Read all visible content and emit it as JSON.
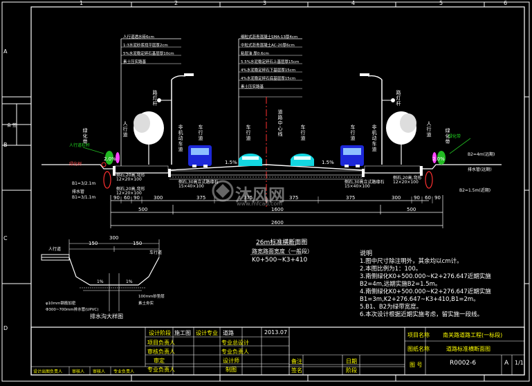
{
  "frame": {
    "top_numbers": [
      "1",
      "2",
      "3",
      "4",
      "5",
      "6"
    ],
    "side_letters": [
      "A",
      "B",
      "C",
      "D"
    ],
    "left_stamp": "会 签"
  },
  "section": {
    "layers_left": [
      "人行道透水砖6cm",
      "1:3水泥砂浆找平层厚2cm",
      "5%水泥稳定碎石基层厚10cm",
      "素土压实路基"
    ],
    "layers_center": [
      "细粒式沥青混凝土SMA-13厚4cm",
      "中粒式沥青混凝土AC-20厚6cm",
      "粘层油 厚0.6cm",
      "5.5%水泥稳定碎石上基层厚15cm",
      "4%水泥稳定碎石下基层厚15cm",
      "4%水泥稳定碎石底基层厚15cm",
      "素土压实路基"
    ],
    "vertical_labels": {
      "left_tree": "绿化带",
      "left_lamp": "路灯杆",
      "left_walk": "人行道",
      "left_lane1": "非机动车道",
      "left_lane2": "车行道",
      "center": "道路中心线",
      "right_lane2": "车行道",
      "right_lane1": "非机动车道",
      "right_walk": "人行道",
      "right_lamp": "路灯杆",
      "right_tree": "绿化带",
      "left_far": "绿化带",
      "right_far": "绿化带"
    },
    "slopes": {
      "left_walk": "2.0%",
      "left_road": "1.5%",
      "right_road": "1.5%",
      "right_walk": "2.0%"
    },
    "left_annotations": [
      "人行道栏杆",
      "绿化树",
      "B1=3/2.1m",
      "排水管",
      "B1=3/1.1m"
    ],
    "right_annotations": [
      "绿化带",
      "B2=4m(远期)",
      "B2=1.5m(近期)",
      "排水管(远期)"
    ],
    "curb_labels": [
      "侧石,20高,弯形",
      "12×20×100",
      "侧石,20高,弯形",
      "12×20×100",
      "侧石,30高立式路缘石",
      "15×40×100"
    ],
    "dims_row1": [
      "90",
      "60",
      "90",
      "300",
      "375",
      "375",
      "375",
      "375",
      "300",
      "90",
      "60",
      "90"
    ],
    "dims_row2": [
      "500",
      "1600",
      "500"
    ],
    "dims_row3": "2600"
  },
  "titles": {
    "main": "26m标准横断面图",
    "sub1": "路宽路面宽度（一般段）",
    "sub2": "K0+500~K3+410"
  },
  "detail": {
    "dims_top": "300",
    "dims_mid": [
      "150",
      "150"
    ],
    "slopes": [
      "1%",
      "1%"
    ],
    "labels": [
      "人行道",
      "车行道",
      "φ10mm钢筋加密",
      "Φ300~700mm排水管(UPVC)",
      "100mm砂垫层",
      "素土夯实"
    ],
    "title": "排水沟大样图"
  },
  "notes": {
    "heading": "说明",
    "items": [
      "1.图中尺寸除注明外，其余均以cm计。",
      "2.本图比例为1：100。",
      "3.南侧绿化K0+500.000~K2+276.647近期实施",
      "   B2=4m,远期实施B2=1.5m。",
      "4.南侧绿化K0+500.000~K2+276.647近期实施",
      "   B1=3m,K2+276.647~K3+410,B1=2m。",
      "5.B1、B2为绿带宽度。",
      "6.本次设计根据近期实施考虑，留实施一段线。"
    ]
  },
  "title_block": {
    "r1": [
      "设计阶段",
      "施工图",
      "设计专业",
      "道路",
      "2013.07"
    ],
    "r2": [
      "项目负责人",
      "",
      "",
      "专业总设计",
      "",
      ""
    ],
    "r3": [
      "审核负责人",
      "",
      "",
      "专业负责人",
      ""
    ],
    "r4": [
      "审定",
      "",
      "",
      "设计师",
      ""
    ],
    "r5": [
      "专业负责人",
      "",
      "",
      "制图",
      ""
    ],
    "footer": [
      "设计出图负责人",
      "审核人",
      "审核人",
      "专业负责人"
    ],
    "project_label": "项目名称",
    "project_value": "南关路道路工程(一标段)",
    "drawing_label": "图纸名称",
    "drawing_value": "道路标准横断面图",
    "no_label": "图 号",
    "no_value": "R0002-6",
    "rev": "A",
    "sheet": "1/1",
    "col_headers": [
      "备注",
      "",
      ""
    ],
    "col_a": "备注",
    "col_b": "日期",
    "col_c": "阶段",
    "col_d": "签名"
  },
  "watermark": {
    "brand": "沐风网",
    "url": "www.mfcad.com"
  }
}
